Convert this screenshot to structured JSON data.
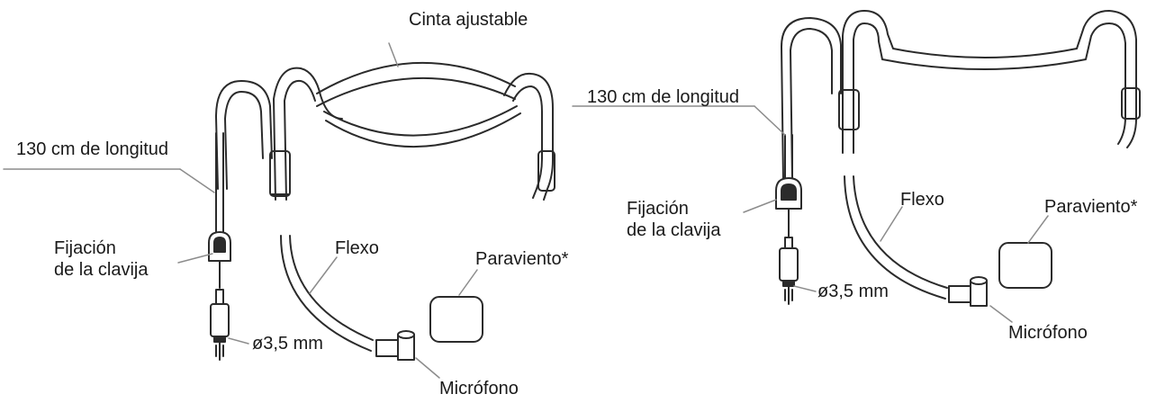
{
  "left_diagram": {
    "labels": {
      "band": "Cinta ajustable",
      "cable": "130 cm de longitud",
      "clip_line1": "Fijación",
      "clip_line2": "de la clavija",
      "boom": "Flexo",
      "windscreen": "Paraviento*",
      "plug": "ø3,5 mm",
      "mic": "Micrófono"
    }
  },
  "right_diagram": {
    "labels": {
      "cable": "130 cm de longitud",
      "clip_line1": "Fijación",
      "clip_line2": "de la clavija",
      "boom": "Flexo",
      "windscreen": "Paraviento*",
      "plug": "ø3,5 mm",
      "mic": "Micrófono"
    }
  },
  "colors": {
    "line": "#2b2b2b",
    "leader": "#8c8c8c",
    "fill": "#ffffff",
    "plug_fill": "#2b2b2b"
  }
}
